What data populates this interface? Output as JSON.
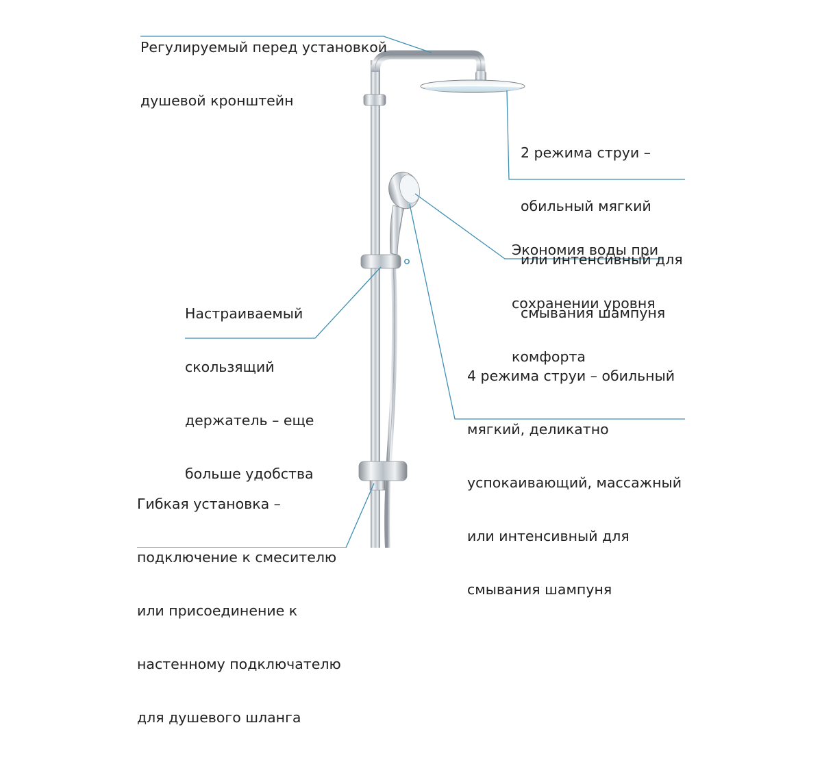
{
  "callouts": {
    "bracket": {
      "lines": [
        "Регулируемый перед установкой",
        "душевой кронштейн"
      ]
    },
    "head_modes": {
      "lines": [
        "2 режима струи –",
        "обильный мягкий",
        "или интенсивный для",
        "смывания шампуня"
      ]
    },
    "water_saving": {
      "lines": [
        "Экономия воды при",
        "сохранении уровня",
        "комфорта"
      ]
    },
    "slider": {
      "lines": [
        "Настраиваемый",
        "скользящий",
        "держатель – еще",
        "больше удобства"
      ]
    },
    "hand_modes": {
      "lines": [
        "4 режима струи – обильный",
        "мягкий, деликатно",
        "успокаивающий, массажный",
        "или интенсивный для",
        "смывания шампуня"
      ]
    },
    "install": {
      "lines": [
        "Гибкая установка –",
        "подключение к смесителю",
        "или присоединение к",
        "настенному подключателю",
        "для душевого шланга"
      ]
    }
  },
  "colors": {
    "leader": "#3d8fb3",
    "chrome": "#c9ced4",
    "text": "#222222"
  }
}
